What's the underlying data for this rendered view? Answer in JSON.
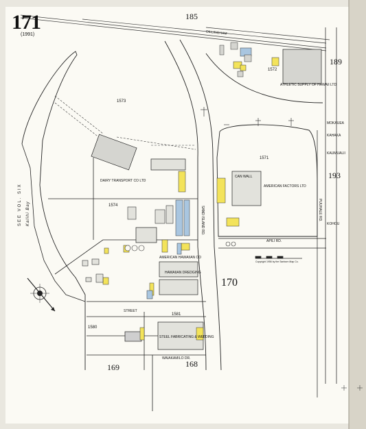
{
  "sheet": {
    "number": "171",
    "subtitle": "(1991)",
    "colors": {
      "paper": "#fbfaf4",
      "margin": "#e9e7df",
      "ink": "#222222",
      "yellow_fill": "#f3e35a",
      "blue_fill": "#a9c6e0",
      "grey_fill": "#c9c9c9"
    }
  },
  "adjacent_sheets": {
    "north": "185",
    "east_upper": "189",
    "east_lower": "193",
    "south_center": "170",
    "south_left": "169",
    "south_right": "168"
  },
  "lots": {
    "northwest_yard": "1573",
    "west_yard": "1574",
    "north_east": "1572",
    "east_block": "1571",
    "south_a": "1580",
    "south_b": "1581"
  },
  "streets": {
    "sand_island": "SAND ISLAND RD.",
    "apili": "APILI RD.",
    "puuhale": "PUUHALE RD.",
    "mokauea": "MOKAUEA",
    "kahaka": "KAHAKA",
    "kaumualii": "KAUMUALII",
    "kohou": "KOHOU",
    "dillingham": "DILLINGHAM",
    "street": "STREET",
    "waiakamilo": "WAIAKAMILO DR."
  },
  "bay_label": {
    "line1": "SEE VOL. SIX",
    "line2": "Kalihi Bay"
  },
  "businesses": {
    "dairy_transport": "DAIRY TRANSPORT CO LTD",
    "american_factors": "AMERICAN FACTORS LTD",
    "athletic_supply": "ATHLETIC SUPPLY OF HAWAII LTD",
    "american_hawaiian": "AMERICAN HAWAIIAN CO",
    "steel_fabricating": "STEEL FABRICATING & WELDING",
    "hawaiian_dredging": "HAWAIIAN DREDGING",
    "can_wall": "CAN WALL"
  },
  "scale_note": "Copyright 1956 by the Sanborn Map Co."
}
